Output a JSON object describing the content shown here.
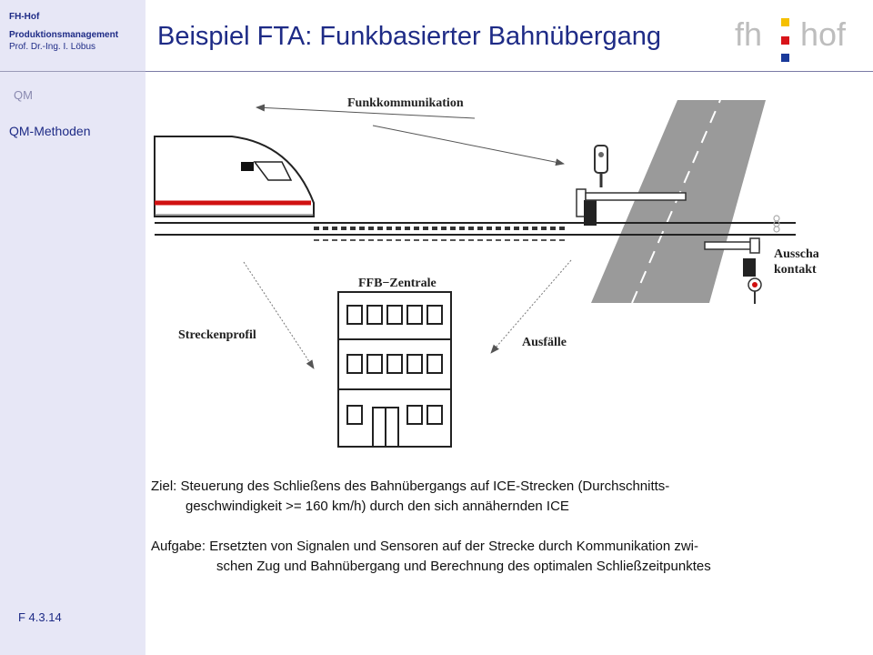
{
  "sidebar": {
    "org": "FH-Hof",
    "dept": "Produktionsmanagement",
    "prof": "Prof. Dr.-Ing. I. Löbus",
    "nav": [
      "QM",
      "QM-Methoden"
    ],
    "slide_code": "F 4.3.14"
  },
  "header": {
    "title": "Beispiel FTA: Funkbasierter Bahnübergang",
    "logo_left": "fh",
    "logo_right": "hof"
  },
  "diagram": {
    "label_funk": "Funkkommunikation",
    "label_zentrale": "FFB−Zentrale",
    "label_strecke": "Streckenprofil",
    "label_ausfaelle": "Ausfälle",
    "label_ausschalt_1": "Ausschalt−",
    "label_ausschalt_2": "kontakt"
  },
  "content": {
    "ziel_1": "Ziel: Steuerung des Schließens des Bahnübergangs auf ICE-Strecken (Durchschnitts-",
    "ziel_2": "geschwindigkeit >= 160 km/h) durch den sich annähernden ICE",
    "aufgabe_1": "Aufgabe: Ersetzten von Signalen und Sensoren auf der Strecke durch Kommunikation zwi-",
    "aufgabe_2": "schen Zug und Bahnübergang und Berechnung des optimalen Schließzeitpunktes"
  },
  "colors": {
    "brand_blue": "#1e2b86",
    "logo_yellow": "#f5c000",
    "logo_red": "#d8141a",
    "logo_blue": "#1a3a9a",
    "train_red": "#d01010"
  }
}
